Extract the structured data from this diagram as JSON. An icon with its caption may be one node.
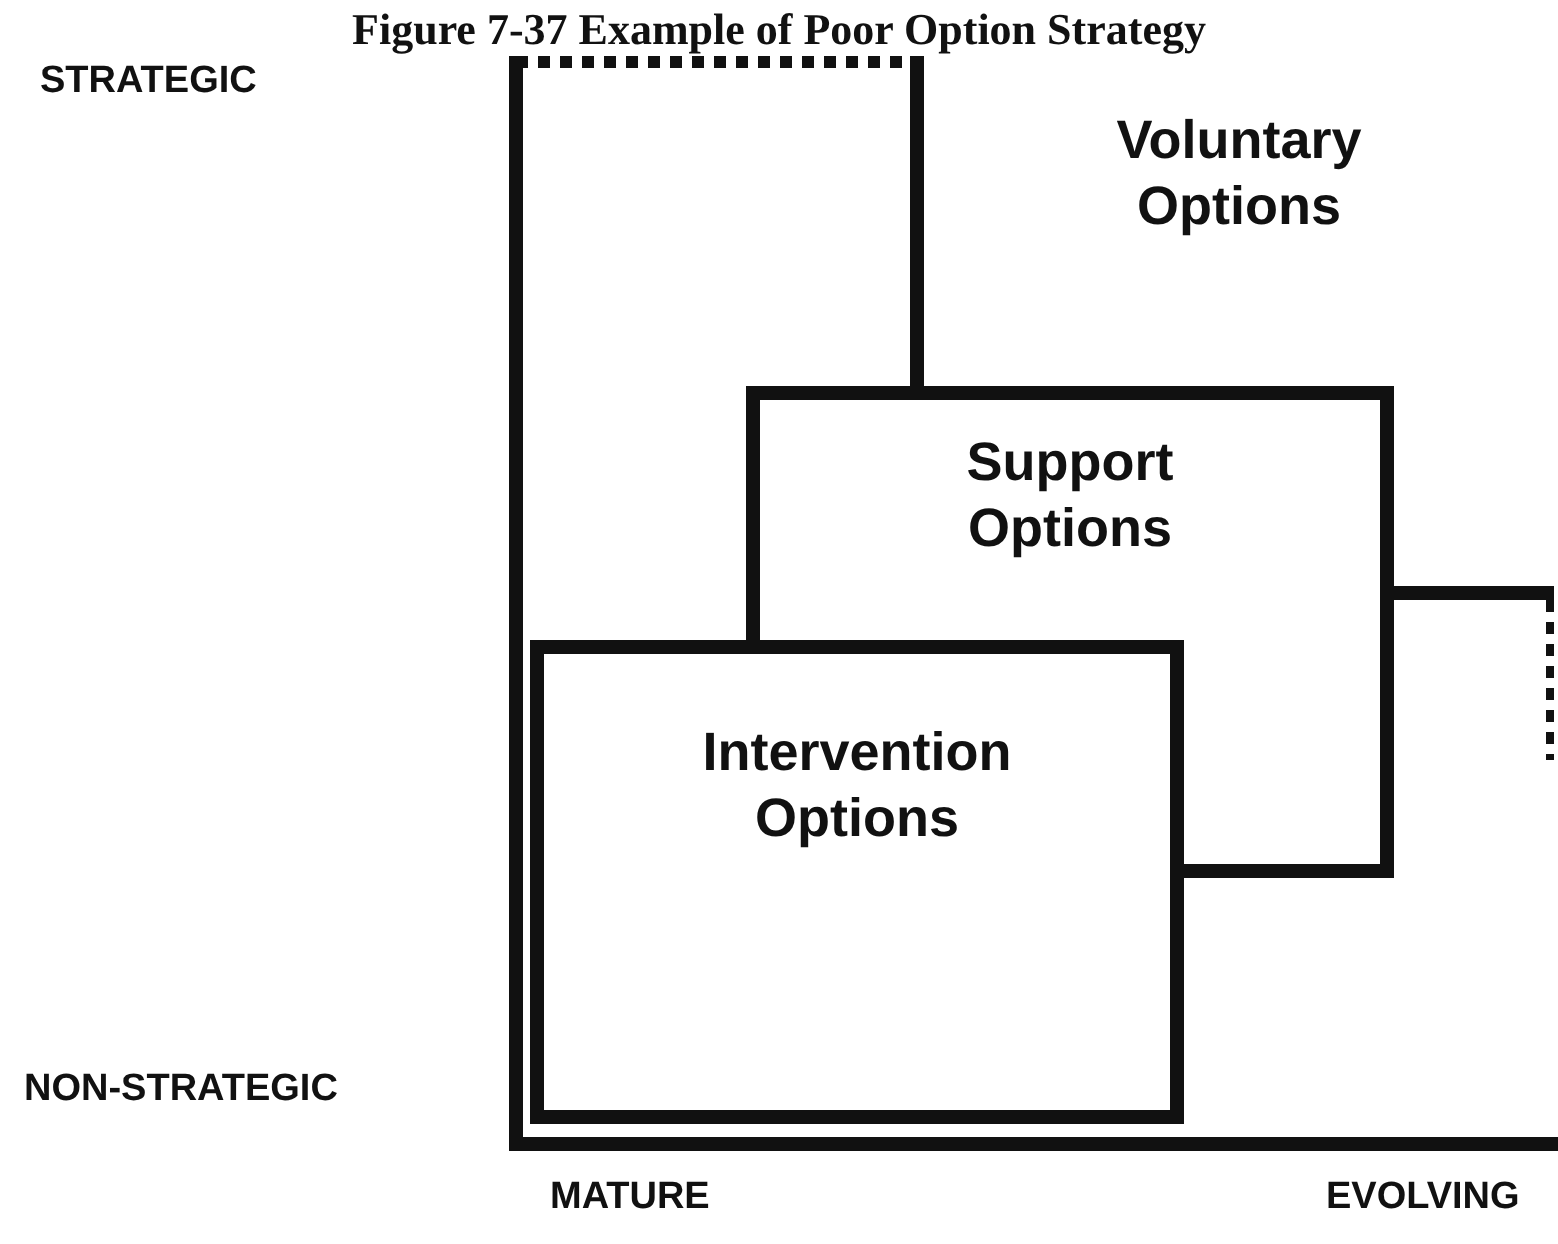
{
  "diagram": {
    "title": "Figure 7-37 Example of Poor Option Strategy",
    "nodes": [
      {
        "text": [
          "Voluntary Options"
        ]
      },
      {
        "text": [
          "Support Options"
        ]
      },
      {
        "text": [
          "Intervention Options"
        ]
      }
    ],
    "edges": [],
    "labels": [
      "STRATEGIC",
      "NON-STRATEGIC",
      "MATURE",
      "EVOLVING"
    ]
  }
}
